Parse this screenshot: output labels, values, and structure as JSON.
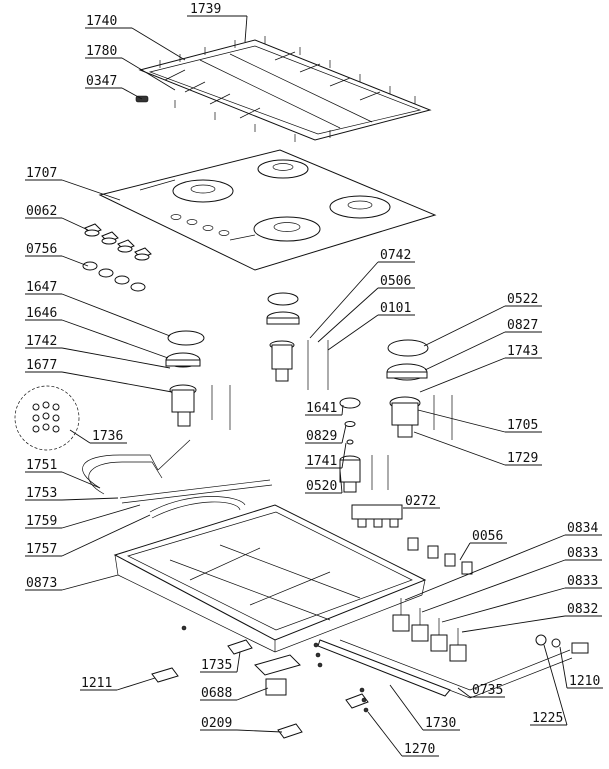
{
  "diagram": {
    "labels": {
      "p1740": "1740",
      "p1739": "1739",
      "p1780": "1780",
      "p0347": "0347",
      "p1707": "1707",
      "p0062": "0062",
      "p0756": "0756",
      "p0742": "0742",
      "p0506": "0506",
      "p0101": "0101",
      "p1647": "1647",
      "p1646": "1646",
      "p1742": "1742",
      "p1677": "1677",
      "p0522": "0522",
      "p0827": "0827",
      "p1743": "1743",
      "p1641": "1641",
      "p0829": "0829",
      "p1741": "1741",
      "p0520": "0520",
      "p1705": "1705",
      "p1729": "1729",
      "p1736": "1736",
      "p1751": "1751",
      "p1753": "1753",
      "p1759": "1759",
      "p1757": "1757",
      "p0272": "0272",
      "p0056": "0056",
      "p0873": "0873",
      "p0834": "0834",
      "p0833a": "0833",
      "p0833b": "0833",
      "p0832": "0832",
      "p1211": "1211",
      "p1735": "1735",
      "p0688": "0688",
      "p0209": "0209",
      "p0735": "0735",
      "p1730": "1730",
      "p1210": "1210",
      "p1225": "1225",
      "p1270": "1270"
    }
  }
}
